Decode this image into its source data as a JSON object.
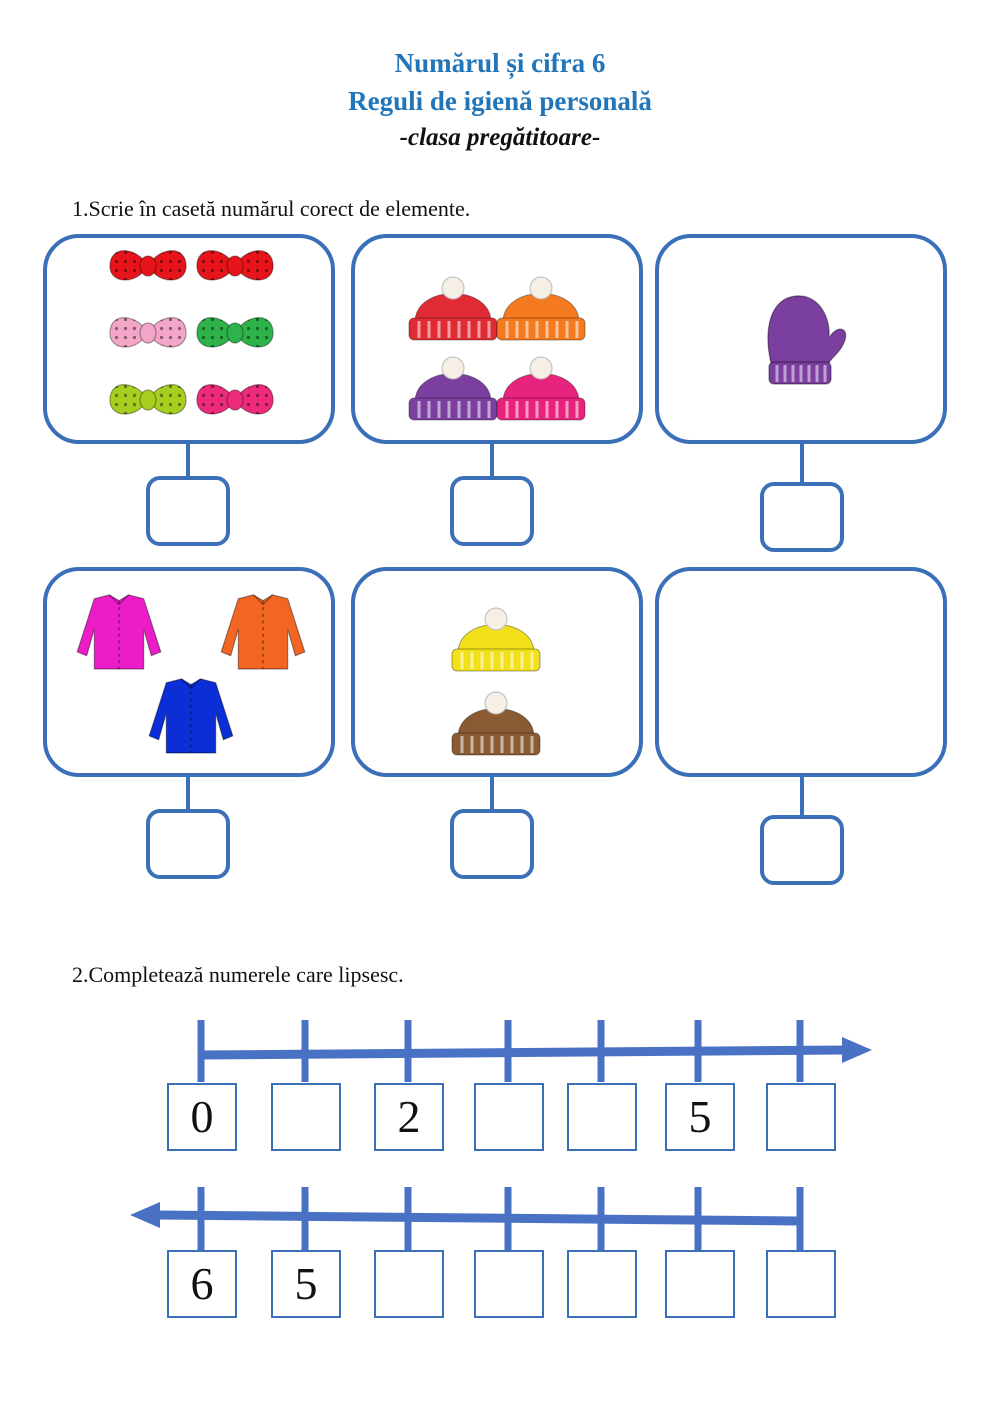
{
  "header": {
    "title_line1": "Numărul și cifra 6",
    "title_line2": "Reguli de igienă personală",
    "subtitle": "-clasa pregătitoare-"
  },
  "exercise1": {
    "instruction": "1.Scrie în casetă numărul corect de elemente.",
    "cards": [
      {
        "item": "bow-tie",
        "count_shown": 6,
        "colors": [
          "#e8141c",
          "#e8141c",
          "#f4a6c8",
          "#2db34a",
          "#a6cf1f",
          "#ee2a7b"
        ]
      },
      {
        "item": "winter-hat",
        "count_shown": 4,
        "colors": [
          "#e02b35",
          "#f47a20",
          "#7b3fa0",
          "#e8237d"
        ]
      },
      {
        "item": "mitten",
        "count_shown": 1,
        "colors": [
          "#7b3fa0"
        ]
      },
      {
        "item": "shirt",
        "count_shown": 3,
        "colors": [
          "#ec1cc6",
          "#f26522",
          "#0b2ed6"
        ]
      },
      {
        "item": "winter-hat",
        "count_shown": 2,
        "colors": [
          "#f2e11a",
          "#8a5a32"
        ]
      },
      {
        "item": "empty",
        "count_shown": 0,
        "colors": []
      }
    ],
    "answers": [
      "",
      "",
      "",
      "",
      "",
      ""
    ]
  },
  "exercise2": {
    "instruction": "2.Completează numerele care lipsesc.",
    "line_forward": [
      "0",
      "",
      "2",
      "",
      "",
      "5",
      ""
    ],
    "line_backward": [
      "6",
      "5",
      "",
      "",
      "",
      "",
      ""
    ]
  },
  "colors": {
    "accent": "#2275b8",
    "border": "#3b6fb7",
    "line": "#4a72c4"
  }
}
